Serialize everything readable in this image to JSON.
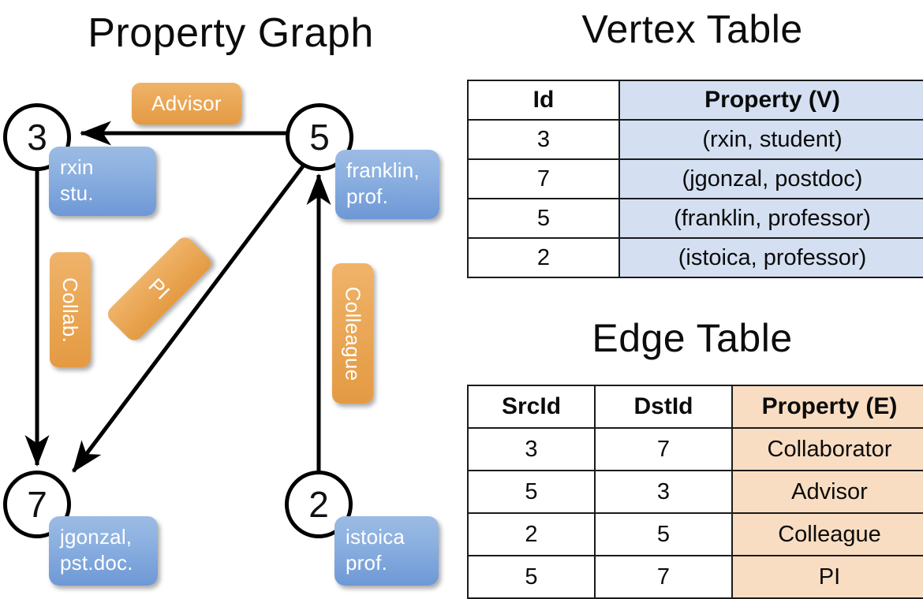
{
  "titles": {
    "property_graph": "Property Graph",
    "vertex_table": "Vertex Table",
    "edge_table": "Edge Table"
  },
  "graph": {
    "nodes": [
      {
        "id": "3",
        "property_lines": [
          "rxin",
          "stu."
        ]
      },
      {
        "id": "5",
        "property_lines": [
          "franklin,",
          "prof."
        ]
      },
      {
        "id": "7",
        "property_lines": [
          "jgonzal,",
          "pst.doc."
        ]
      },
      {
        "id": "2",
        "property_lines": [
          "istoica",
          "prof."
        ]
      }
    ],
    "edge_labels": [
      {
        "name": "advisor",
        "text": "Advisor"
      },
      {
        "name": "collab",
        "text": "Collab."
      },
      {
        "name": "pi",
        "text": "PI"
      },
      {
        "name": "colleague",
        "text": "Colleague"
      }
    ]
  },
  "vertex_table": {
    "headers": [
      "Id",
      "Property (V)"
    ],
    "rows": [
      [
        "3",
        "(rxin, student)"
      ],
      [
        "7",
        "(jgonzal, postdoc)"
      ],
      [
        "5",
        "(franklin, professor)"
      ],
      [
        "2",
        "(istoica, professor)"
      ]
    ]
  },
  "edge_table": {
    "headers": [
      "SrcId",
      "DstId",
      "Property (E)"
    ],
    "rows": [
      [
        "3",
        "7",
        "Collaborator"
      ],
      [
        "5",
        "3",
        "Advisor"
      ],
      [
        "2",
        "5",
        "Colleague"
      ],
      [
        "5",
        "7",
        "PI"
      ]
    ]
  },
  "colors": {
    "vertex_property_fill": "#d4e0f1",
    "edge_property_fill": "#f8ddc2",
    "node_box_blue": "#8bb0e0",
    "edge_label_orange": "#eaa857",
    "stroke": "#000000",
    "background": "#ffffff"
  }
}
